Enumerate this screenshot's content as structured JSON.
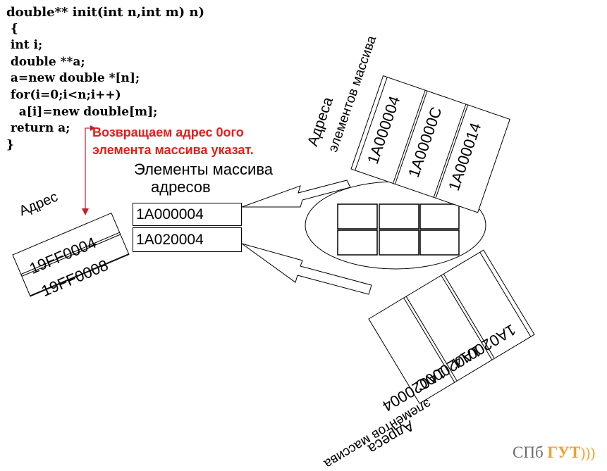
{
  "code": {
    "lines": [
      "double** init(int n,int m) n)",
      " {",
      " int i;",
      " double **a;",
      " a=new double *[n];",
      " for(i=0;i<n;i++)",
      "   a[i]=new double[m];",
      " return a;",
      "}"
    ]
  },
  "annotation": {
    "line1": "Возвращаем адрес 0ого",
    "line2": "элемента массива указат."
  },
  "address_stack": {
    "label": "Адрес",
    "cells": [
      "19FF0004",
      "19FF0008"
    ]
  },
  "pointer_array": {
    "heading_line1": "Элементы массива",
    "heading_line2": "адресов",
    "cells": [
      "1A000004",
      "1A020004"
    ]
  },
  "upper_row_addresses": {
    "label_line1": "Адреса",
    "label_line2": "элементов массива",
    "cells": [
      "1A000004",
      "1A00000C",
      "1A000014"
    ]
  },
  "lower_row_addresses": {
    "label_line1": "Адреса",
    "label_line2": "элементов массива",
    "cells": [
      "1A020004",
      "1A02000C",
      "1A020014"
    ]
  },
  "matrix": {
    "rows": 2,
    "cols": 3
  },
  "logo": {
    "part1": "СПб ",
    "part2": "ГУТ",
    "part3": ")))"
  },
  "colors": {
    "annotation": "#e0201b",
    "arrow": "#c0202c",
    "logo_gray": "#6d6d6d",
    "logo_orange": "#f0a030"
  }
}
